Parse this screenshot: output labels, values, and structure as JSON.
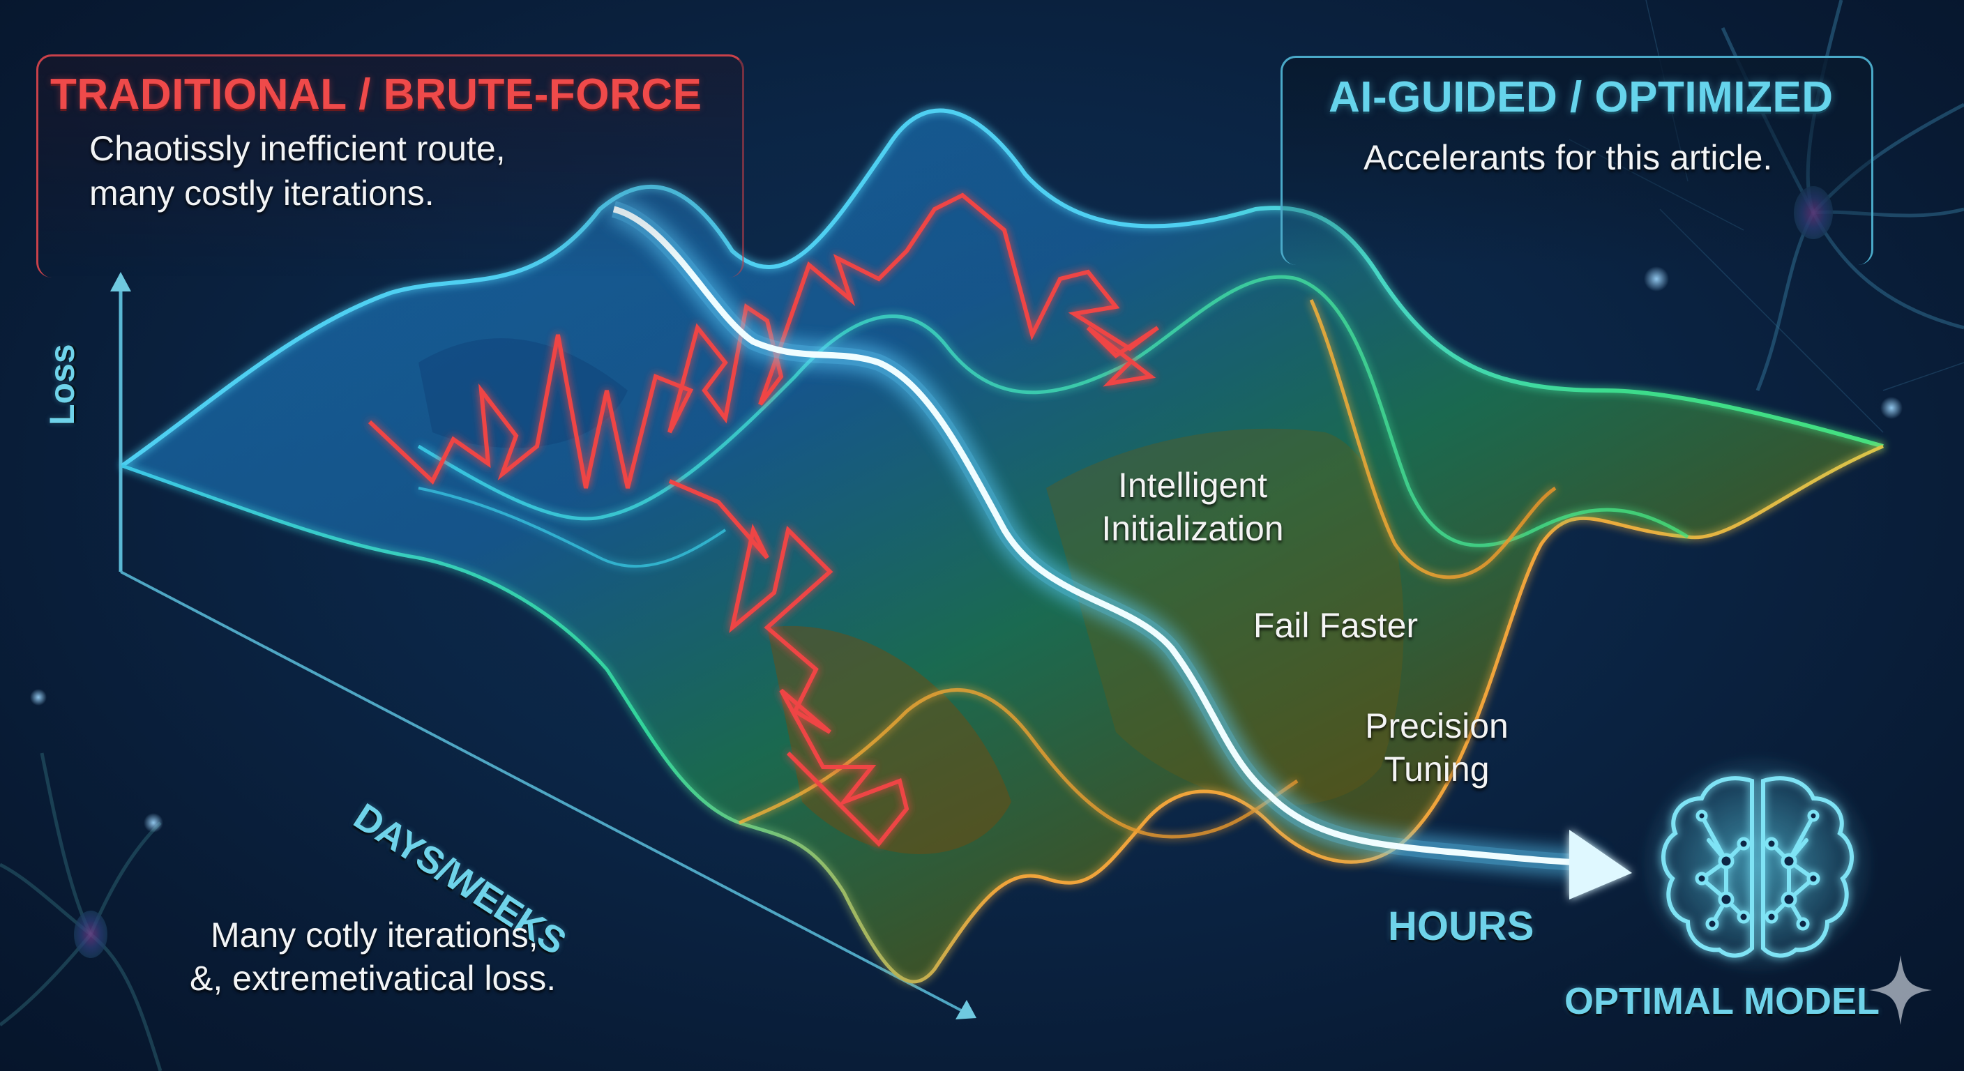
{
  "panels": {
    "traditional": {
      "title": "TRADITIONAL / BRUTE-FORCE",
      "description_line1": "Chaotissly inefficient route,",
      "description_line2": "many costly iterations."
    },
    "ai_guided": {
      "title": "AI-GUIDED / OPTIMIZED",
      "description": "Accelerants for this article."
    }
  },
  "axes": {
    "y_label": "Loss",
    "x_label_slow": "DAYS/WEEKS",
    "x_label_fast": "HOURS"
  },
  "annotations": {
    "bottom_note_line1": "Many cotly iterations,",
    "bottom_note_line2": "&, extremetivatical loss.",
    "steps": [
      {
        "line1": "Intelligent",
        "line2": "Initialization"
      },
      {
        "line1": "Fail Faster",
        "line2": ""
      },
      {
        "line1": "Precision",
        "line2": "Tuning"
      }
    ]
  },
  "outcome": {
    "label": "OPTIMAL MODEL",
    "icon": "brain-network-icon"
  },
  "colors": {
    "background": "#0b2545",
    "brute_force_path": "#ef4444",
    "optimized_path": "#e8fbff",
    "accent_cyan": "#66d4ec",
    "surface_blue": "#1f8fd6",
    "surface_green": "#2fbf6a",
    "surface_orange": "#e08a1e"
  }
}
